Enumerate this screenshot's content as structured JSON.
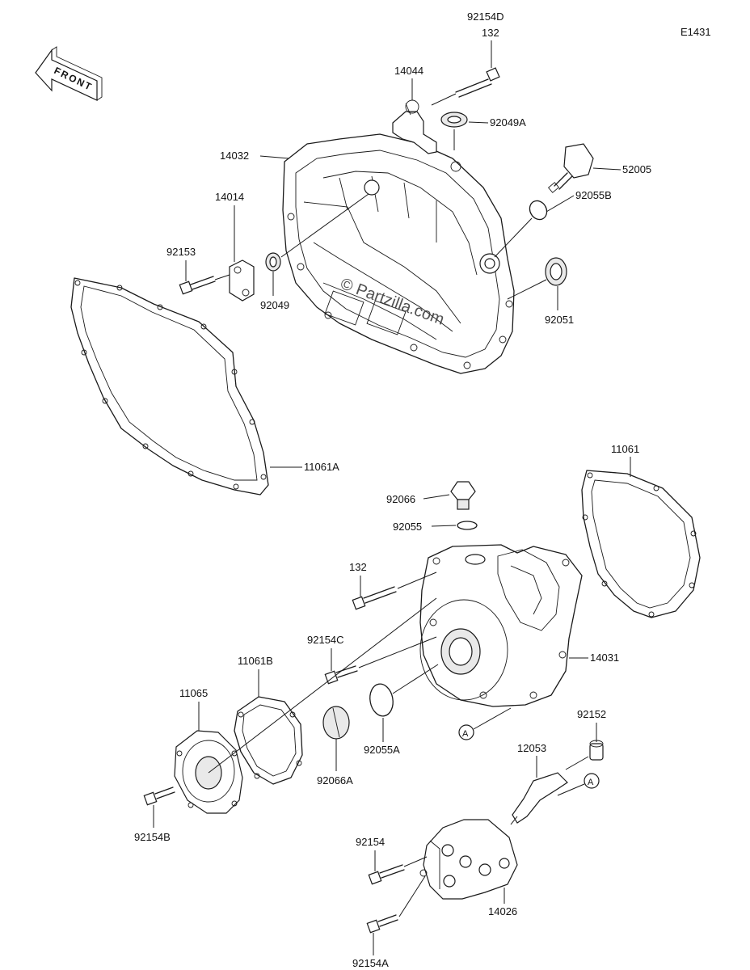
{
  "diagram": {
    "code": "E1431",
    "front_label": "FRONT",
    "watermark": "© Partzilla.com",
    "callout_a": "A",
    "labels": {
      "p92154D": "92154D",
      "p132top": "132",
      "p14044": "14044",
      "p92049A": "92049A",
      "p14032": "14032",
      "p52005": "52005",
      "p92055B": "92055B",
      "p14014": "14014",
      "p92153": "92153",
      "p92049": "92049",
      "p92051": "92051",
      "p11061A": "11061A",
      "p11061": "11061",
      "p92066": "92066",
      "p92055": "92055",
      "p132": "132",
      "p92154C": "92154C",
      "p14031": "14031",
      "p11061B": "11061B",
      "p11065": "11065",
      "p92055A": "92055A",
      "p92152": "92152",
      "p12053": "12053",
      "p92066A": "92066A",
      "p92154B": "92154B",
      "p92154": "92154",
      "p14026": "14026",
      "p92154A": "92154A"
    }
  }
}
